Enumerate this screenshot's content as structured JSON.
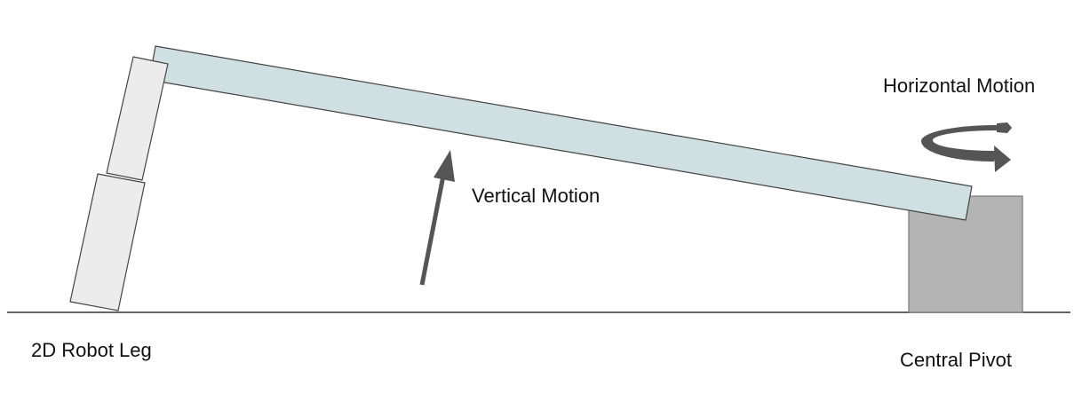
{
  "labels": {
    "robot_leg": "2D Robot Leg",
    "central_pivot": "Central Pivot",
    "vertical_motion": "Vertical Motion",
    "horizontal_motion": "Horizontal Motion"
  },
  "colors": {
    "boom_fill": "#d0dfe2",
    "leg_fill": "#ececec",
    "pivot_fill": "#b4b4b4",
    "arrow_fill": "#555555",
    "outline": "#444444",
    "ground": "#333333"
  }
}
